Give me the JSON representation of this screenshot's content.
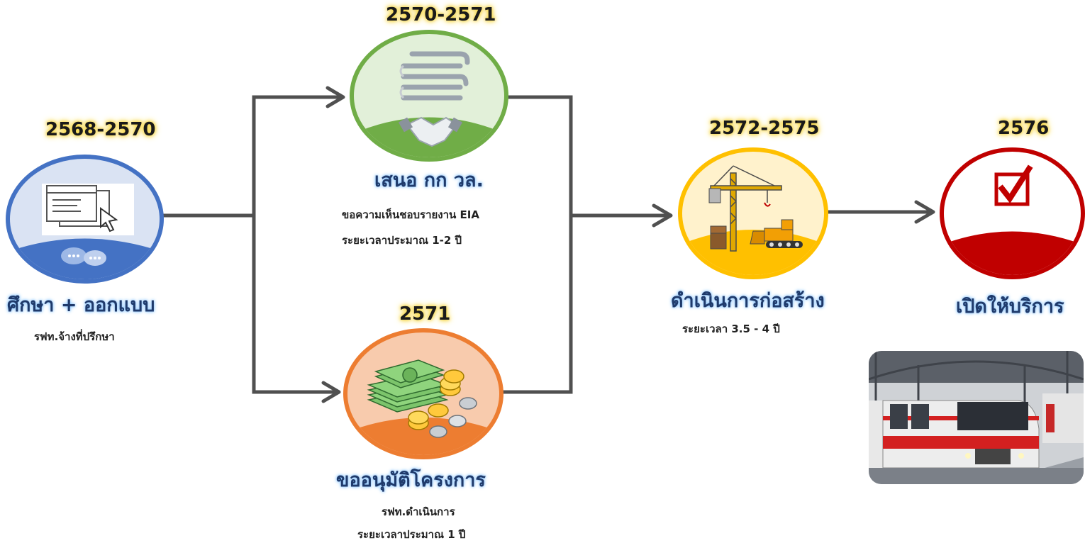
{
  "steps": {
    "study": {
      "year": "2568-2570",
      "title": "ศึกษา + ออกแบบ",
      "sub1": "รฟท.จ้างที่ปรึกษา"
    },
    "eia": {
      "year": "2570-2571",
      "title": "เสนอ กก วล.",
      "sub1": "ขอความเห็นชอบรายงาน EIA",
      "sub2": "ระยะเวลาประมาณ 1-2 ปี"
    },
    "approval": {
      "year": "2571",
      "title": "ขออนุมัติโครงการ",
      "sub1": "รฟท.ดำเนินการ",
      "sub2": "ระยะเวลาประมาณ 1 ปี"
    },
    "construction": {
      "year": "2572-2575",
      "title": "ดำเนินการก่อสร้าง",
      "sub1": "ระยะเวลา 3.5 - 4 ปี"
    },
    "service": {
      "year": "2576",
      "title": "เปิดให้บริการ"
    }
  },
  "colors": {
    "study": "#4472c4",
    "eia": "#70ad47",
    "approval": "#ed7d31",
    "construction": "#ffc000",
    "service": "#c00000",
    "arrow": "#505050"
  },
  "icons": {
    "study": "document-cursor-icon",
    "eia": "documents-handshake-icon",
    "approval": "money-coins-icon",
    "construction": "crane-bulldozer-icon",
    "service": "checkbox-icon"
  }
}
